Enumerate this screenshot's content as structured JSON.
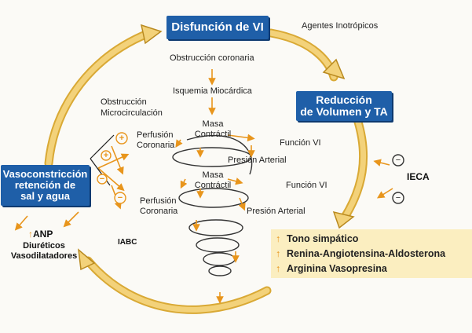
{
  "boxes": {
    "disfuncion": "Disfunción de VI",
    "reduccion": [
      "Reducción",
      "de Volumen y TA"
    ],
    "vasoconstriccion": [
      "Vasoconstricción",
      "retención de",
      "sal y agua"
    ]
  },
  "labels": {
    "agentes": "Agentes Inotrópicos",
    "obstruccion_coronaria": "Obstrucción coronaria",
    "isquemia": "Isquemia Miocárdica",
    "obstruccion_micro": [
      "Obstrucción",
      "Microcirculación"
    ],
    "perfusion_1": [
      "Perfusión",
      "Coronaria"
    ],
    "perfusion_2": [
      "Perfusión",
      "Coronaria"
    ],
    "masa_1": [
      "Masa",
      "Contráctil"
    ],
    "masa_2": [
      "Masa",
      "Contráctil"
    ],
    "funcion_1": "Función VI",
    "funcion_2": "Función VI",
    "presion_1": "Presión Arterial",
    "presion_2": "Presión Arterial",
    "ieca": "IECA",
    "iabc": "IABC",
    "anp": "ANP",
    "diureticos": [
      "Diuréticos",
      "Vasodilatadores"
    ],
    "plus": "+",
    "minus": "−"
  },
  "legend": {
    "items": [
      "Tono simpático",
      "Renina-Angiotensina-Aldosterona",
      "Arginina Vasopresina"
    ],
    "arrow": "↑"
  },
  "colors": {
    "box_blue": "#1f5fa8",
    "cycle_arrow": "#f3d27a",
    "cycle_edge": "#d9a935",
    "accent_orange": "#e8951c",
    "legend_bg": "#fbeec0"
  }
}
